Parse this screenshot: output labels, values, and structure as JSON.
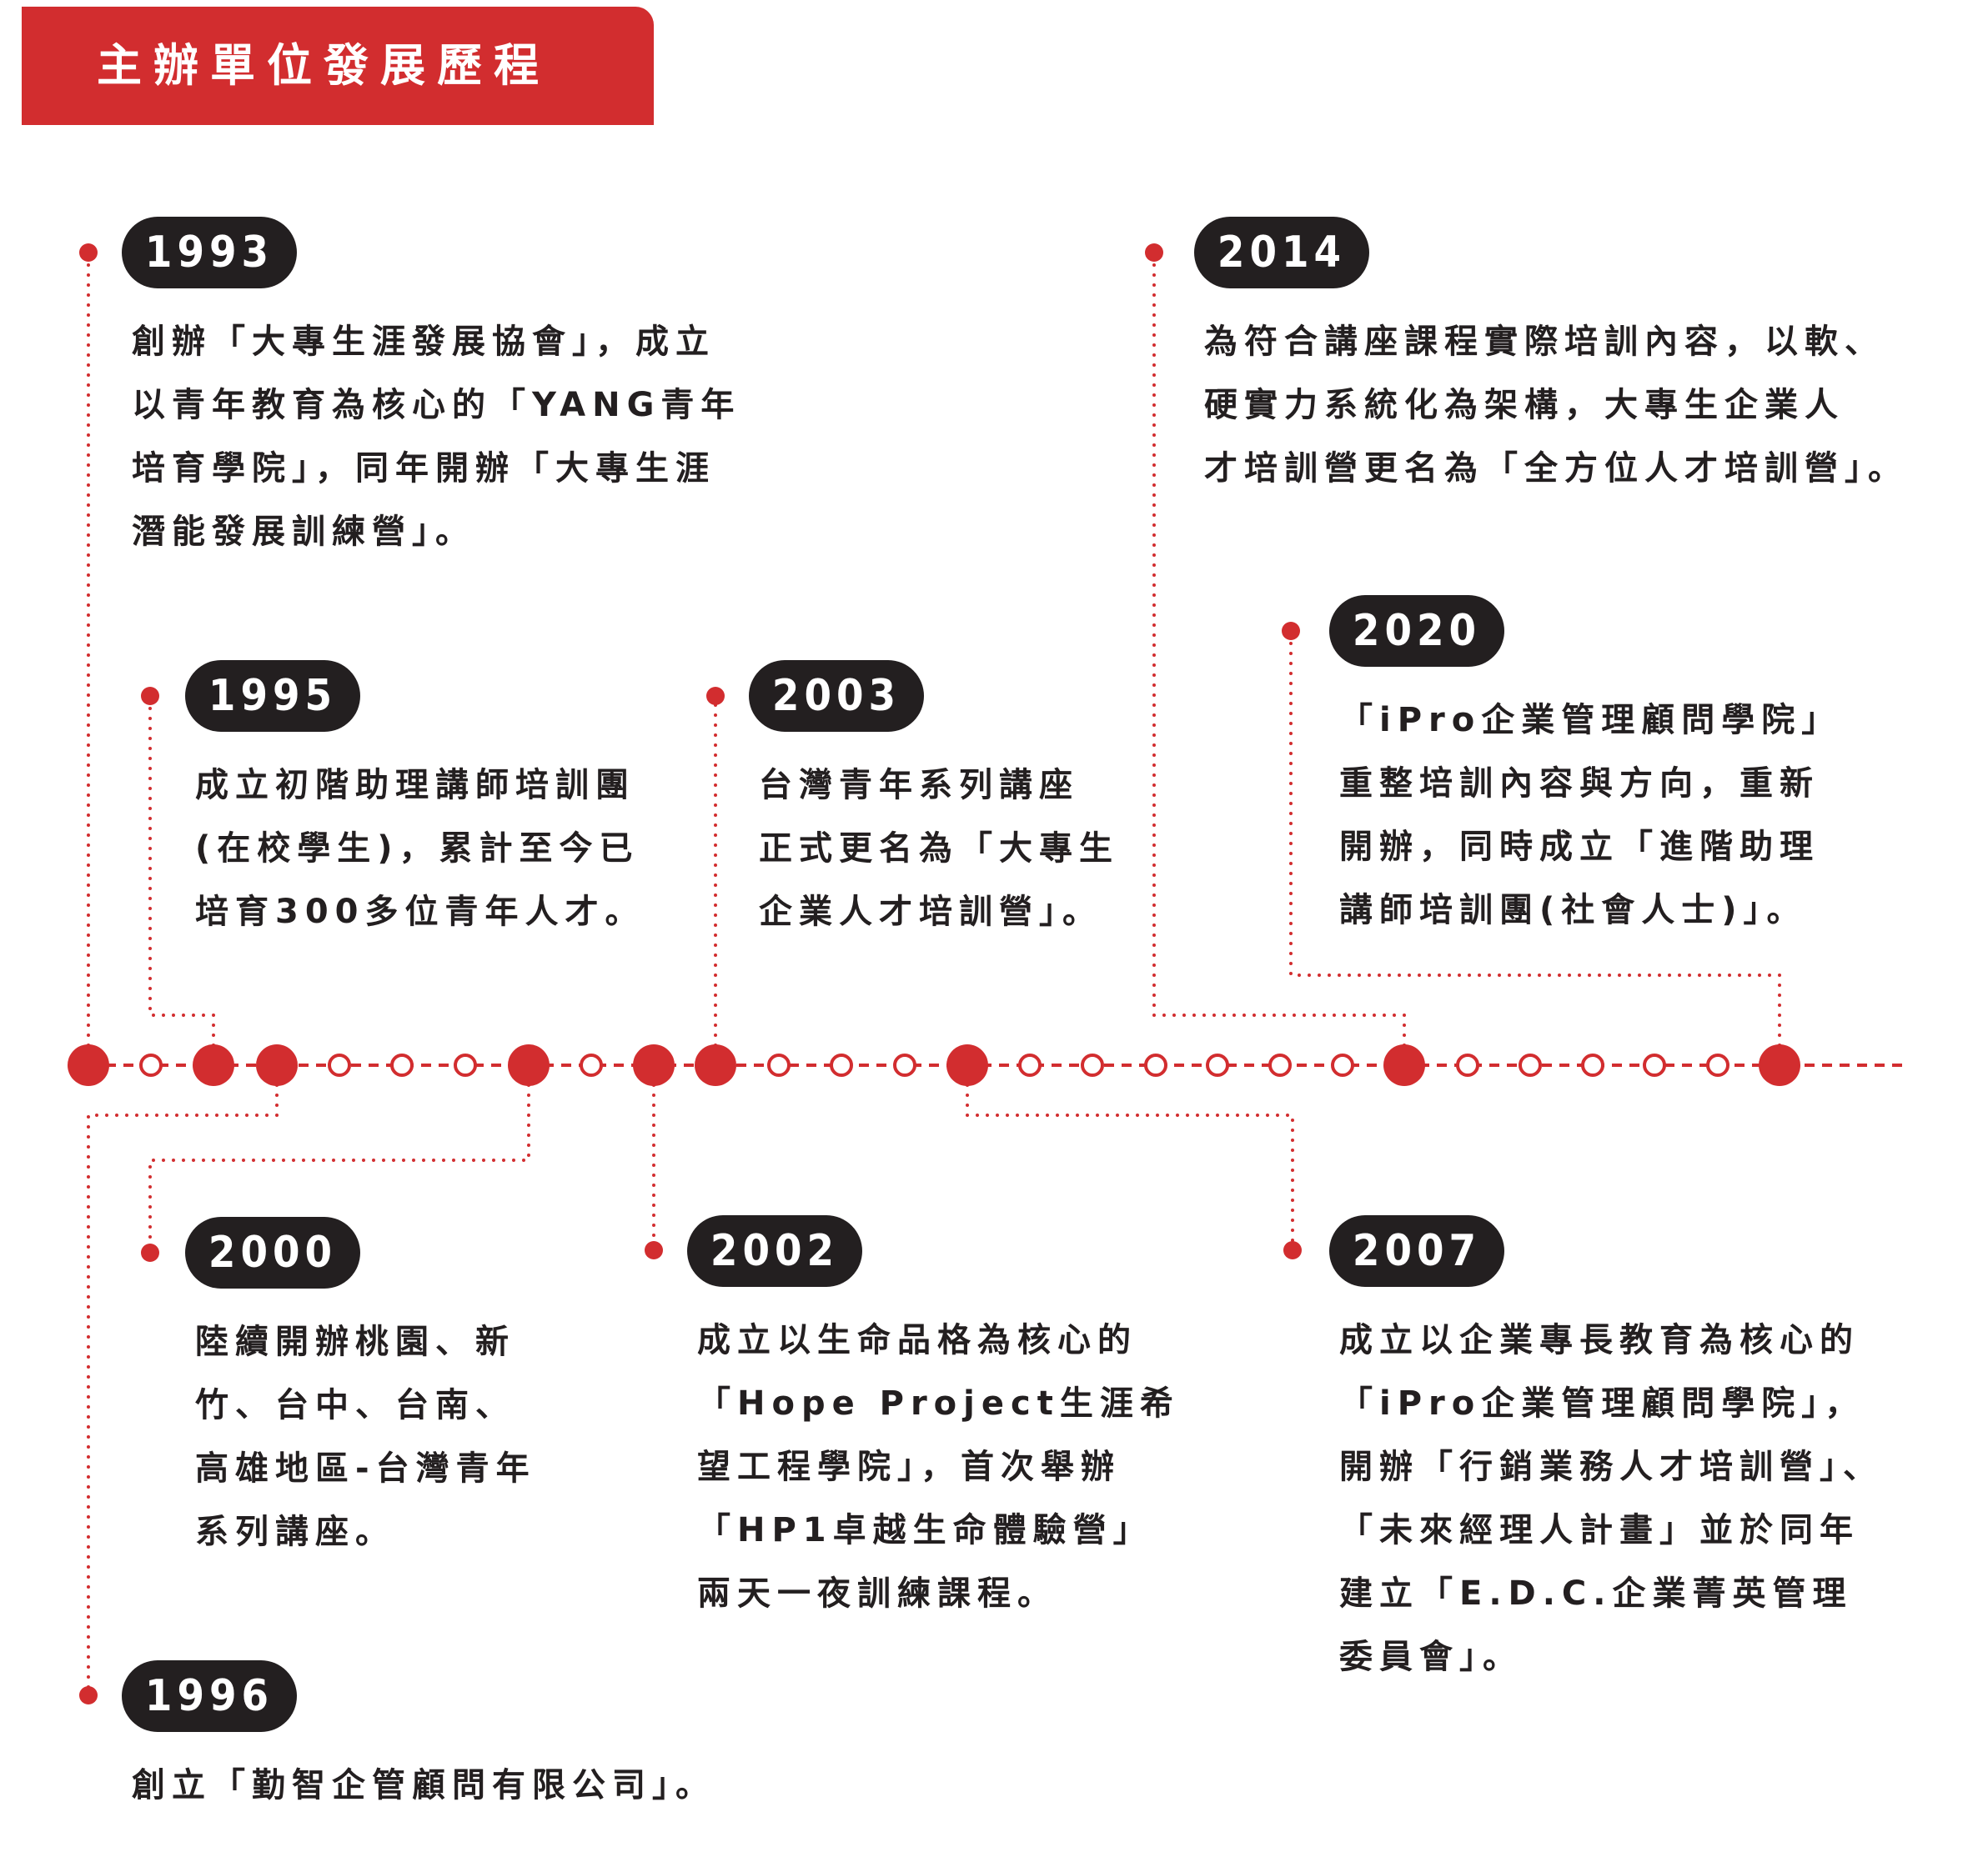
{
  "header": {
    "title": "主辦單位發展歷程"
  },
  "colors": {
    "accent": "#d22d2f",
    "pill": "#231f20",
    "text": "#231f20"
  },
  "events": [
    {
      "year": "1993",
      "lines": [
        "創辦「大專生涯發展協會」，成立",
        "以青年教育為核心的「YANG青年",
        "培育學院」，同年開辦「大專生涯",
        "潛能發展訓練營」。"
      ]
    },
    {
      "year": "1995",
      "lines": [
        "成立初階助理講師培訓團",
        "(在校學生)，累計至今已",
        "培育300多位青年人才。"
      ]
    },
    {
      "year": "1996",
      "lines": [
        "創立「勤智企管顧問有限公司」。"
      ]
    },
    {
      "year": "2000",
      "lines": [
        "陸續開辦桃園、新",
        "竹、台中、台南、",
        "高雄地區-台灣青年",
        "系列講座。"
      ]
    },
    {
      "year": "2002",
      "lines": [
        "成立以生命品格為核心的",
        "「Hope Project生涯希",
        "望工程學院」，首次舉辦",
        "「HP1卓越生命體驗營」",
        "兩天一夜訓練課程。"
      ]
    },
    {
      "year": "2003",
      "lines": [
        "台灣青年系列講座",
        "正式更名為「大專生",
        "企業人才培訓營」。"
      ]
    },
    {
      "year": "2007",
      "lines": [
        "成立以企業專長教育為核心的",
        "「iPro企業管理顧問學院」，",
        "開辦「行銷業務人才培訓營」、",
        "「未來經理人計畫」並於同年",
        "建立「E.D.C.企業菁英管理",
        "委員會」。"
      ]
    },
    {
      "year": "2014",
      "lines": [
        "為符合講座課程實際培訓內容，以軟、",
        "硬實力系統化為架構，大專生企業人",
        "才培訓營更名為「全方位人才培訓營」。"
      ]
    },
    {
      "year": "2020",
      "lines": [
        "「iPro企業管理顧問學院」",
        "重整培訓內容與方向，重新",
        "開辦，同時成立「進階助理",
        "講師培訓團(社會人士)」。"
      ]
    }
  ]
}
